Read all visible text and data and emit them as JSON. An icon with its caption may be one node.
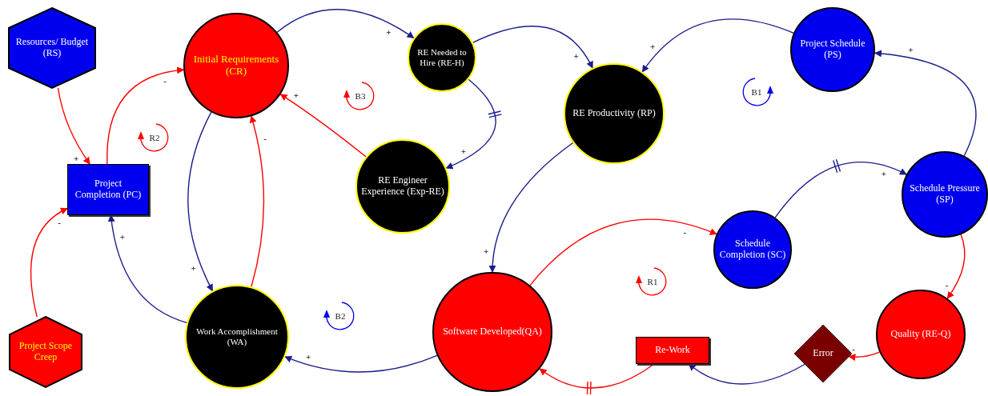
{
  "diagram": {
    "nodes": [
      {
        "text": [
          "Resources/ Budget (RS)"
        ]
      },
      {
        "text": [
          "Initial Requirements (CR)"
        ]
      },
      {
        "text": [
          "RE Needed to Hire (RE-H)"
        ]
      },
      {
        "text": [
          "Project Schedule (PS)"
        ]
      },
      {
        "text": [
          "RE Productivity (RP)"
        ]
      },
      {
        "text": [
          "Project Completion (PC)"
        ]
      },
      {
        "text": [
          "RE Engineer Experience (Exp-RE)"
        ]
      },
      {
        "text": [
          "Schedule Pressure (SP)"
        ]
      },
      {
        "text": [
          "Schedule Completion (SC)"
        ]
      },
      {
        "text": [
          "Project Scope Creep"
        ]
      },
      {
        "text": [
          "Work Accomplishment (WA)"
        ]
      },
      {
        "text": [
          "Software Developed(QA)"
        ]
      },
      {
        "text": [
          "Re-Work"
        ]
      },
      {
        "text": [
          "Error"
        ]
      },
      {
        "text": [
          "Quality (RE-Q)"
        ]
      }
    ],
    "edges": [
      {
        "from": 0,
        "to": 5,
        "arrow": "to",
        "label": "+",
        "color": "#ff0000"
      },
      {
        "from": 5,
        "to": 1,
        "arrow": "to",
        "label": "-",
        "color": "#ff0000"
      },
      {
        "from": 1,
        "to": 2,
        "arrow": "to",
        "label": "+"
      },
      {
        "from": 2,
        "to": 4,
        "arrow": "to",
        "label": "+"
      },
      {
        "from": 3,
        "to": 4,
        "arrow": "to",
        "label": "+"
      },
      {
        "from": 2,
        "to": 6,
        "arrow": "to",
        "label": "+"
      },
      {
        "from": 6,
        "to": 1,
        "arrow": "to",
        "label": "+",
        "color": "#ff0000"
      },
      {
        "from": 1,
        "to": 10,
        "arrow": "to",
        "label": "+"
      },
      {
        "from": 10,
        "to": 1,
        "arrow": "to",
        "label": "-",
        "color": "#ff0000"
      },
      {
        "from": 10,
        "to": 5,
        "arrow": "to",
        "label": "+"
      },
      {
        "from": 9,
        "to": 5,
        "arrow": "to",
        "label": "-",
        "color": "#ff0000"
      },
      {
        "from": 4,
        "to": 11,
        "arrow": "to",
        "label": "+"
      },
      {
        "from": 11,
        "to": 10,
        "arrow": "to",
        "label": "+"
      },
      {
        "from": 11,
        "to": 8,
        "arrow": "to",
        "label": "-",
        "color": "#ff0000"
      },
      {
        "from": 8,
        "to": 7,
        "arrow": "to",
        "label": "+"
      },
      {
        "from": 7,
        "to": 3,
        "arrow": "to",
        "label": "+"
      },
      {
        "from": 7,
        "to": 14,
        "arrow": "to",
        "label": "-",
        "color": "#ff0000"
      },
      {
        "from": 14,
        "to": 13,
        "arrow": "to",
        "label": "-",
        "color": "#ff0000"
      },
      {
        "from": 13,
        "to": 12,
        "arrow": "to"
      },
      {
        "from": 12,
        "to": 11,
        "arrow": "to",
        "color": "#ff0000"
      }
    ],
    "labels": [
      "B3",
      "B1",
      "R2",
      "R1",
      "B2"
    ]
  }
}
